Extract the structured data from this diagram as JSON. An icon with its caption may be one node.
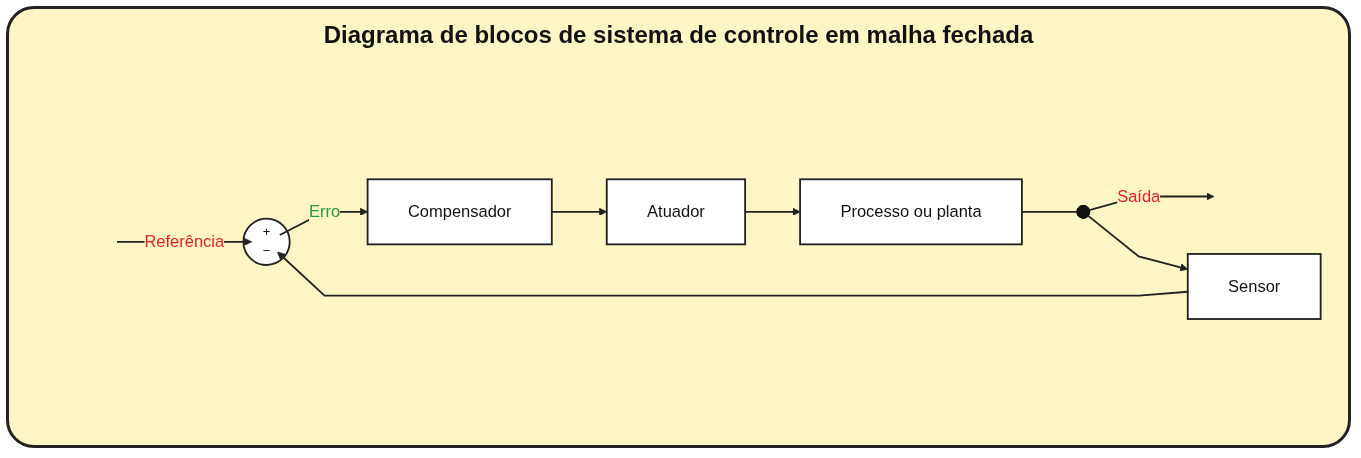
{
  "diagram": {
    "title": "Diagrama de blocos de sistema de controle em malha fechada",
    "nodes": [
      {
        "text": [
          "+",
          "−"
        ]
      },
      {
        "text": [
          "Compensador"
        ]
      },
      {
        "text": [
          "Atuador"
        ]
      },
      {
        "text": [
          "Processo ou planta"
        ]
      },
      {
        "text": [
          "Sensor"
        ]
      },
      {
        "text": [],
        "shape": "circle"
      }
    ],
    "edges": [
      {
        "from": null,
        "to": 0,
        "arrow": "to",
        "label": "Referência"
      },
      {
        "from": 0,
        "to": 1,
        "arrow": "to",
        "label": "Erro"
      },
      {
        "from": 1,
        "to": 2,
        "arrow": "to"
      },
      {
        "from": 2,
        "to": 3,
        "arrow": "to"
      },
      {
        "from": 3,
        "to": 5,
        "arrow": "none"
      },
      {
        "from": 5,
        "to": null,
        "arrow": "to",
        "label": "Saída"
      },
      {
        "from": 5,
        "to": 4,
        "arrow": "to"
      },
      {
        "from": 4,
        "to": 0,
        "arrow": "to"
      }
    ]
  }
}
